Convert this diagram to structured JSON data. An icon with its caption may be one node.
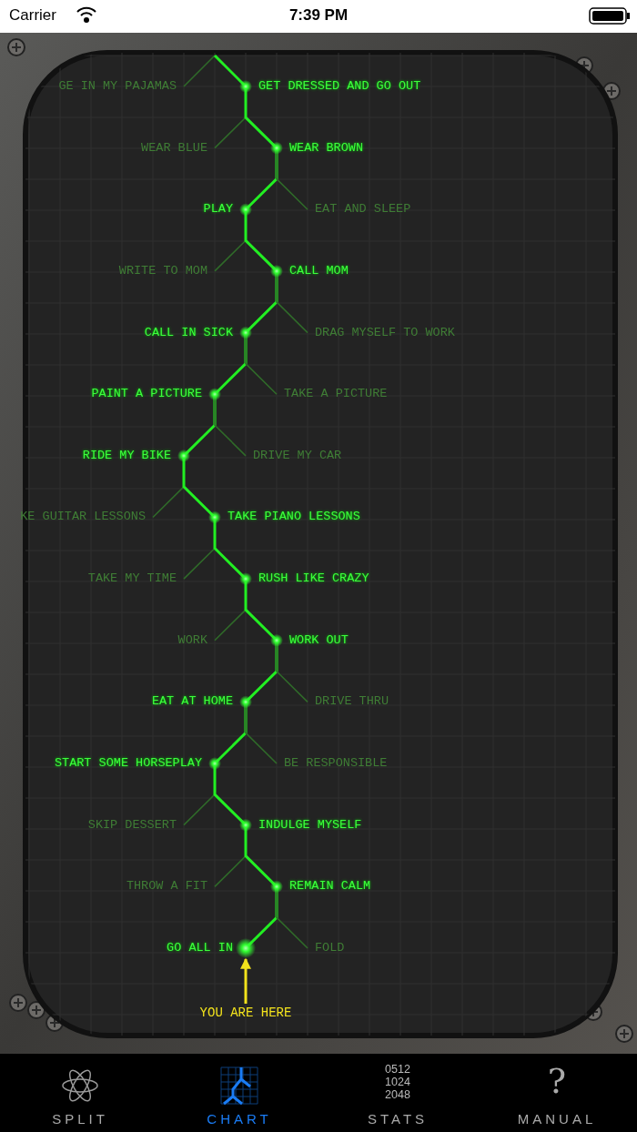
{
  "diagram": {
    "nodes": [
      {
        "text": [
          "GE IN MY PAJAMAS"
        ]
      },
      {
        "text": [
          "GET DRESSED AND GO OUT"
        ]
      },
      {
        "text": [
          "WEAR BLUE"
        ]
      },
      {
        "text": [
          "WEAR BROWN"
        ]
      },
      {
        "text": [
          "PLAY"
        ]
      },
      {
        "text": [
          "EAT AND SLEEP"
        ]
      },
      {
        "text": [
          "WRITE TO MOM"
        ]
      },
      {
        "text": [
          "CALL MOM"
        ]
      },
      {
        "text": [
          "CALL IN SICK"
        ]
      },
      {
        "text": [
          "DRAG MYSELF TO WORK"
        ]
      },
      {
        "text": [
          "PAINT A PICTURE"
        ]
      },
      {
        "text": [
          "TAKE A PICTURE"
        ]
      },
      {
        "text": [
          "RIDE MY BIKE"
        ]
      },
      {
        "text": [
          "DRIVE MY CAR"
        ]
      },
      {
        "text": [
          "KE GUITAR LESSONS"
        ]
      },
      {
        "text": [
          "TAKE PIANO LESSONS"
        ]
      },
      {
        "text": [
          "TAKE MY TIME"
        ]
      },
      {
        "text": [
          "RUSH LIKE CRAZY"
        ]
      },
      {
        "text": [
          "WORK"
        ]
      },
      {
        "text": [
          "WORK OUT"
        ]
      },
      {
        "text": [
          "EAT AT HOME"
        ]
      },
      {
        "text": [
          "DRIVE THRU"
        ]
      },
      {
        "text": [
          "START SOME HORSEPLAY"
        ]
      },
      {
        "text": [
          "BE RESPONSIBLE"
        ]
      },
      {
        "text": [
          "SKIP DESSERT"
        ]
      },
      {
        "text": [
          "INDULGE MYSELF"
        ]
      },
      {
        "text": [
          "THROW A FIT"
        ]
      },
      {
        "text": [
          "REMAIN CALM"
        ]
      },
      {
        "text": [
          "GO ALL IN"
        ]
      },
      {
        "text": [
          "FOLD"
        ]
      },
      {
        "text": [
          "YOU ARE HERE"
        ]
      }
    ],
    "edges": [
      {
        "from": null,
        "to": 0,
        "arrow": "none",
        "color": "#2f6a29"
      },
      {
        "from": null,
        "to": 1,
        "arrow": "none",
        "color": "#22ee22"
      },
      {
        "from": 1,
        "to": 2,
        "arrow": "none",
        "color": "#2f6a29"
      },
      {
        "from": 1,
        "to": 3,
        "arrow": "none",
        "color": "#22ee22"
      },
      {
        "from": 3,
        "to": 4,
        "arrow": "none",
        "color": "#22ee22"
      },
      {
        "from": 3,
        "to": 5,
        "arrow": "none",
        "color": "#2f6a29"
      },
      {
        "from": 4,
        "to": 6,
        "arrow": "none",
        "color": "#2f6a29"
      },
      {
        "from": 4,
        "to": 7,
        "arrow": "none",
        "color": "#22ee22"
      },
      {
        "from": 7,
        "to": 8,
        "arrow": "none",
        "color": "#22ee22"
      },
      {
        "from": 7,
        "to": 9,
        "arrow": "none",
        "color": "#2f6a29"
      },
      {
        "from": 8,
        "to": 10,
        "arrow": "none",
        "color": "#22ee22"
      },
      {
        "from": 8,
        "to": 11,
        "arrow": "none",
        "color": "#2f6a29"
      },
      {
        "from": 10,
        "to": 12,
        "arrow": "none",
        "color": "#22ee22"
      },
      {
        "from": 10,
        "to": 13,
        "arrow": "none",
        "color": "#2f6a29"
      },
      {
        "from": 12,
        "to": 14,
        "arrow": "none",
        "color": "#2f6a29"
      },
      {
        "from": 12,
        "to": 15,
        "arrow": "none",
        "color": "#22ee22"
      },
      {
        "from": 15,
        "to": 16,
        "arrow": "none",
        "color": "#2f6a29"
      },
      {
        "from": 15,
        "to": 17,
        "arrow": "none",
        "color": "#22ee22"
      },
      {
        "from": 17,
        "to": 18,
        "arrow": "none",
        "color": "#2f6a29"
      },
      {
        "from": 17,
        "to": 19,
        "arrow": "none",
        "color": "#22ee22"
      },
      {
        "from": 19,
        "to": 20,
        "arrow": "none",
        "color": "#22ee22"
      },
      {
        "from": 19,
        "to": 21,
        "arrow": "none",
        "color": "#2f6a29"
      },
      {
        "from": 20,
        "to": 22,
        "arrow": "none",
        "color": "#22ee22"
      },
      {
        "from": 20,
        "to": 23,
        "arrow": "none",
        "color": "#2f6a29"
      },
      {
        "from": 22,
        "to": 24,
        "arrow": "none",
        "color": "#2f6a29"
      },
      {
        "from": 22,
        "to": 25,
        "arrow": "none",
        "color": "#22ee22"
      },
      {
        "from": 25,
        "to": 26,
        "arrow": "none",
        "color": "#2f6a29"
      },
      {
        "from": 25,
        "to": 27,
        "arrow": "none",
        "color": "#22ee22"
      },
      {
        "from": 27,
        "to": 28,
        "arrow": "none",
        "color": "#22ee22"
      },
      {
        "from": 27,
        "to": 29,
        "arrow": "none",
        "color": "#2f6a29"
      },
      {
        "from": 30,
        "to": 28,
        "arrow": "to",
        "color": "#f2e21c"
      }
    ],
    "labels": [
      "Carrier",
      "7:39 PM",
      "SPLIT",
      "CHART",
      "0512",
      "1024",
      "2048",
      "STATS",
      "?",
      "MANUAL"
    ]
  }
}
